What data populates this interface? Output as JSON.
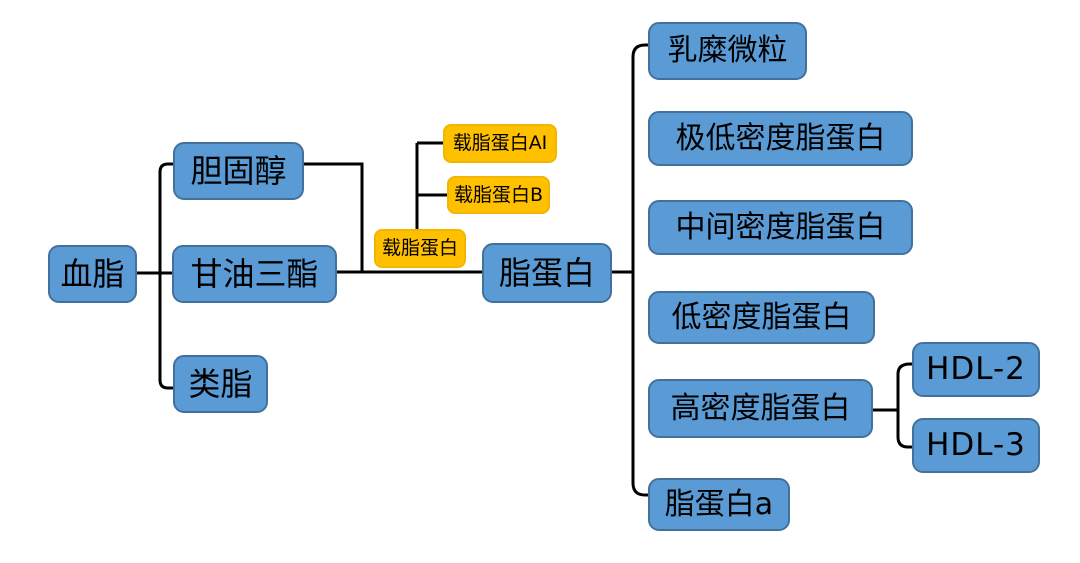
{
  "diagram": {
    "type": "tree",
    "direction": "left-to-right",
    "colors": {
      "primary_node_fill": "#5b9bd5",
      "primary_node_border": "#41719c",
      "secondary_node_fill": "#ffc000",
      "secondary_node_border": "#f2b600",
      "connector": "#000000",
      "background": "#ffffff",
      "text": "#000000"
    },
    "nodes": {
      "root": {
        "label": "血脂",
        "style": "blue"
      },
      "cholesterol": {
        "label": "胆固醇",
        "style": "blue"
      },
      "triglyceride": {
        "label": "甘油三酯",
        "style": "blue"
      },
      "lipoid": {
        "label": "类脂",
        "style": "blue"
      },
      "apo_ai": {
        "label": "载脂蛋白AI",
        "style": "orange"
      },
      "apo_b": {
        "label": "载脂蛋白B",
        "style": "orange"
      },
      "apo": {
        "label": "载脂蛋白",
        "style": "orange"
      },
      "lipoprotein": {
        "label": "脂蛋白",
        "style": "blue"
      },
      "chylomicron": {
        "label": "乳糜微粒",
        "style": "blue"
      },
      "vldl": {
        "label": "极低密度脂蛋白",
        "style": "blue"
      },
      "idl": {
        "label": "中间密度脂蛋白",
        "style": "blue"
      },
      "ldl": {
        "label": "低密度脂蛋白",
        "style": "blue"
      },
      "hdl": {
        "label": "高密度脂蛋白",
        "style": "blue"
      },
      "hdl_2": {
        "label": "HDL-2",
        "style": "blue"
      },
      "hdl_3": {
        "label": "HDL-3",
        "style": "blue"
      },
      "lp_a": {
        "label": "脂蛋白a",
        "style": "blue"
      }
    },
    "edges": [
      {
        "from": "root",
        "to": "cholesterol"
      },
      {
        "from": "root",
        "to": "triglyceride"
      },
      {
        "from": "root",
        "to": "lipoid"
      },
      {
        "from": "cholesterol",
        "to": "lipoprotein"
      },
      {
        "from": "triglyceride",
        "to": "lipoprotein"
      },
      {
        "from": "apo",
        "to": "apo_ai"
      },
      {
        "from": "apo",
        "to": "apo_b"
      },
      {
        "from": "lipoprotein",
        "to": "chylomicron"
      },
      {
        "from": "lipoprotein",
        "to": "vldl"
      },
      {
        "from": "lipoprotein",
        "to": "idl"
      },
      {
        "from": "lipoprotein",
        "to": "ldl"
      },
      {
        "from": "lipoprotein",
        "to": "hdl"
      },
      {
        "from": "lipoprotein",
        "to": "lp_a"
      },
      {
        "from": "hdl",
        "to": "hdl_2"
      },
      {
        "from": "hdl",
        "to": "hdl_3"
      }
    ]
  }
}
